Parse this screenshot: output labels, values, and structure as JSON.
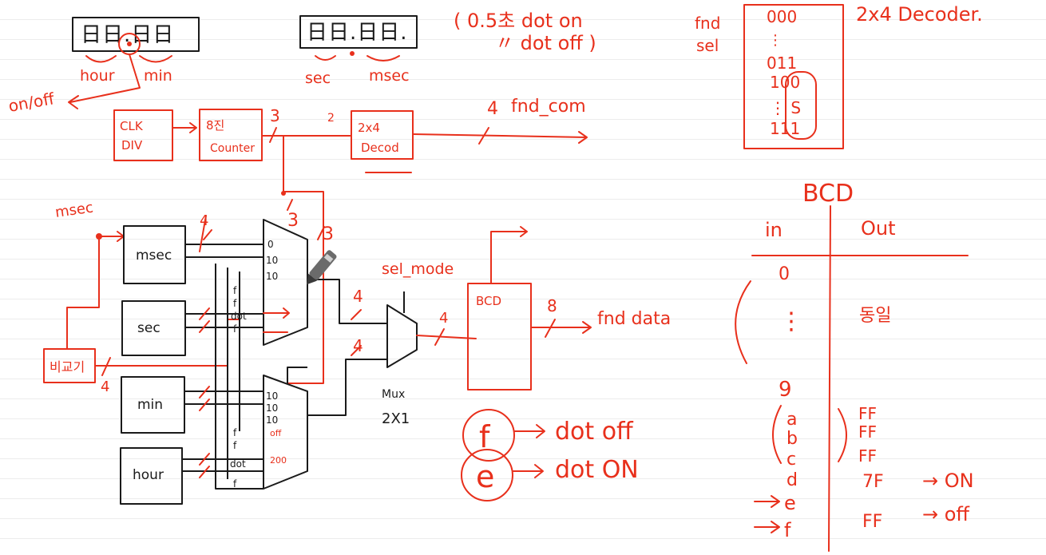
{
  "colors": {
    "ink_red": "#e8301c",
    "ink_black": "#1a1a1a",
    "paper": "#ffffff",
    "rule_line": "#ececec"
  },
  "top_displays": {
    "left_digits": "日日.日日",
    "right_digits": "日日.日日.",
    "left_labels": [
      "hour",
      "min"
    ],
    "left_note": "on/off",
    "right_labels": [
      "sec",
      "msec"
    ]
  },
  "notes": {
    "dot_on": "( 0.5초 dot on",
    "dot_off": "〃  dot off )",
    "fnd_sel": [
      "fnd",
      "sel"
    ]
  },
  "decoder_table": {
    "title": "2x4 Decoder.",
    "rows": [
      "000",
      "⋮",
      "011",
      "100",
      "⋮  S",
      "111"
    ]
  },
  "blocks": {
    "clk_div": [
      "CLK",
      "DIV"
    ],
    "counter": [
      "8진",
      "Counter"
    ],
    "decoder": [
      "2x4",
      "Decod"
    ],
    "msec": "msec",
    "sec": "sec",
    "min": "min",
    "hour": "hour",
    "comparator": "비교기",
    "bcd": "BCD",
    "mux": [
      "Mux",
      "2X1"
    ]
  },
  "wire_labels": {
    "counter_bits": "3",
    "decoder_in": "2",
    "fnd_com_width": "4",
    "fnd_com": "fnd_com",
    "msec_in": "msec",
    "mux_top_sel": "3",
    "mux_bottom_sel": "3",
    "bus_width": "4",
    "comparator_out": "4",
    "sel_mode": "sel_mode",
    "bcd_out_width": "8",
    "fnd_data": "fnd data"
  },
  "mux_top_inputs": [
    "0",
    "10",
    "10",
    "f",
    "f",
    "dot",
    "f"
  ],
  "mux_bottom_inputs": [
    "10",
    "10",
    "10",
    "off",
    "f",
    "f",
    "dot",
    "f",
    "200"
  ],
  "dot_legend": [
    {
      "symbol": "f",
      "meaning": "dot off"
    },
    {
      "symbol": "e",
      "meaning": "dot ON"
    }
  ],
  "bcd_table": {
    "title": "BCD",
    "col_in": "in",
    "col_out": "Out",
    "rows": [
      {
        "in": "0",
        "out": ""
      },
      {
        "in": "⋮",
        "out": "동일"
      },
      {
        "in": "9",
        "out": ""
      },
      {
        "in": "a",
        "out": "FF"
      },
      {
        "in": "b",
        "out": "FF"
      },
      {
        "in": "c",
        "out": "FF"
      },
      {
        "in": "d",
        "out": "7F"
      },
      {
        "in": "e",
        "out": ""
      },
      {
        "in": "f",
        "out": "FF"
      }
    ],
    "d_note": "→ ON",
    "f_note": "→ off"
  }
}
